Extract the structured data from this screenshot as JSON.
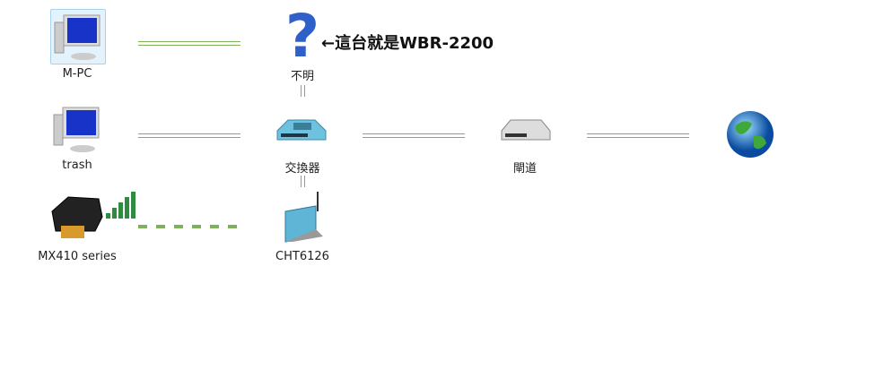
{
  "nodes": {
    "mpc": {
      "label": "M-PC",
      "icon": "computer-icon"
    },
    "unknown": {
      "label": "不明",
      "icon": "question-icon"
    },
    "trash": {
      "label": "trash",
      "icon": "computer-icon"
    },
    "switch": {
      "label": "交換器",
      "icon": "switch-icon"
    },
    "gateway": {
      "label": "閘道",
      "icon": "gateway-icon"
    },
    "internet": {
      "icon": "globe-icon"
    },
    "printer": {
      "label": "MX410 series",
      "icon": "printer-icon"
    },
    "ap": {
      "label": "CHT6126",
      "icon": "wireless-router-icon"
    }
  },
  "annotation": "←這台就是WBR-2200",
  "colors": {
    "link": "#7fb05a"
  }
}
